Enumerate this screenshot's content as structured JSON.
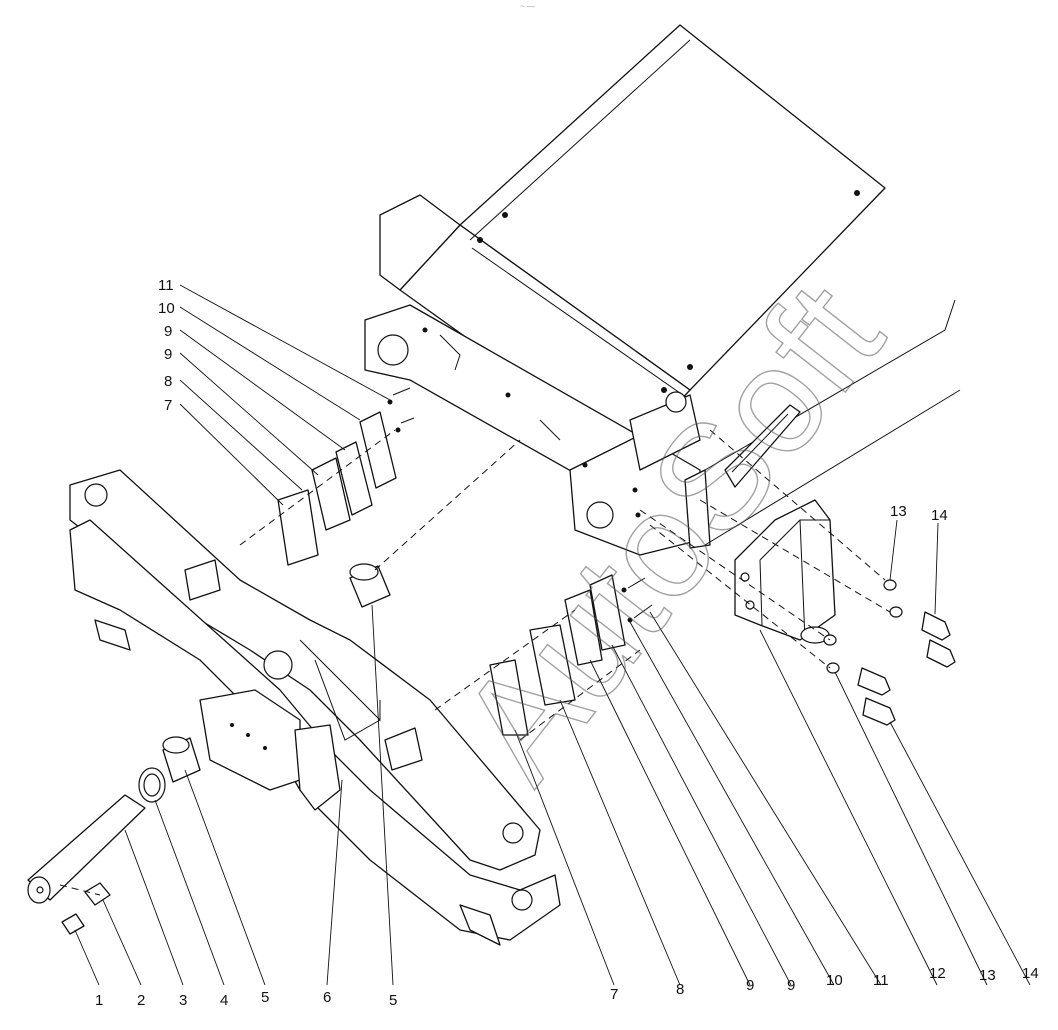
{
  "watermark": "AutoSoft",
  "top_mark": "~ —",
  "labels_left": [
    "11",
    "10",
    "9",
    "9",
    "8",
    "7"
  ],
  "labels_right_top": [
    "13",
    "14"
  ],
  "labels_bottom": [
    "1",
    "2",
    "3",
    "4",
    "5",
    "6",
    "5",
    "7",
    "8",
    "9",
    "9",
    "10",
    "11",
    "12",
    "13",
    "14"
  ]
}
